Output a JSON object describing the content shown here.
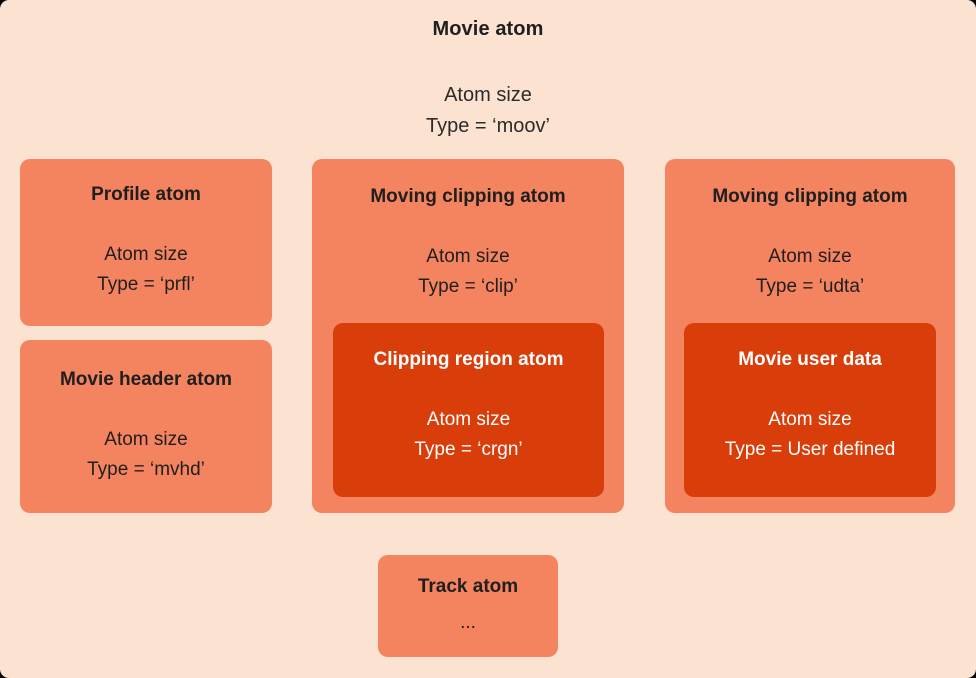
{
  "diagram": {
    "title": "Movie atom",
    "root": {
      "title": "Movie atom",
      "size_label": "Atom size",
      "type_label": "Type = ‘moov’"
    },
    "colors": {
      "background": "#fce2d0",
      "atom_fill": "#f4835f",
      "nested_atom_fill": "#d93d0a",
      "text_dark": "#1f1f1f",
      "text_light": "#ffffff"
    },
    "atoms": {
      "profile": {
        "title": "Profile atom",
        "size_label": "Atom size",
        "type_label": "Type = ‘prfl’"
      },
      "movie_header": {
        "title": "Movie header atom",
        "size_label": "Atom size",
        "type_label": "Type = ‘mvhd’"
      },
      "clip": {
        "title": "Moving clipping atom",
        "size_label": "Atom size",
        "type_label": "Type = ‘clip’"
      },
      "clipping_region": {
        "title": "Clipping region atom",
        "size_label": "Atom size",
        "type_label": "Type = ‘crgn’"
      },
      "udta": {
        "title": "Moving clipping atom",
        "size_label": "Atom size",
        "type_label": "Type = ‘udta’"
      },
      "movie_user_data": {
        "title": "Movie user data",
        "size_label": "Atom size",
        "type_label": "Type = User defined"
      },
      "track": {
        "title": "Track atom",
        "ellipsis": "..."
      }
    }
  }
}
